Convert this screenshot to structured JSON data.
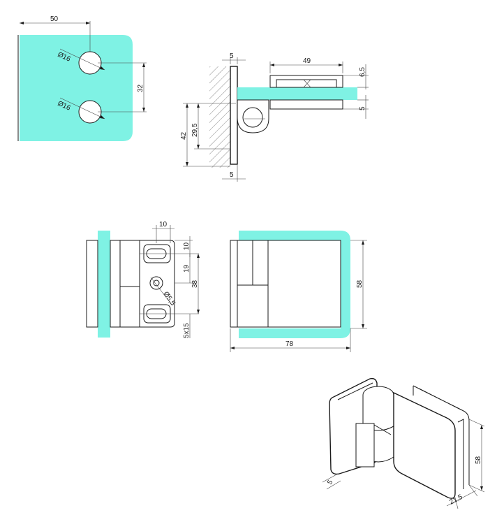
{
  "colors": {
    "glass": "#7ff2e4",
    "line": "#1a1a1a",
    "background": "#ffffff"
  },
  "views": {
    "glass_cutout": {
      "width_label": "50",
      "hole_top_label": "Ø16",
      "hole_bottom_label": "Ø16",
      "hole_spacing_label": "32"
    },
    "side_section": {
      "wall_thickness_top_label": "5",
      "wall_thickness_bottom_label": "5",
      "clamp_length_label": "49",
      "clamp_top_label": "6,5",
      "clamp_gap_label": "5",
      "height_total_label": "42",
      "height_body_label": "29,5"
    },
    "wall_plate_front": {
      "slot_width_label": "10",
      "top_offset_label": "10",
      "slot_spacing_label": "19",
      "slot_span_label": "38",
      "screw_label": "Ø5,5",
      "screw_count_label": "5x15"
    },
    "glass_front": {
      "height_label": "58",
      "width_label": "78"
    },
    "isometric": {
      "thickness_label": "5",
      "depth_label": "21,5",
      "height_label": "58"
    }
  }
}
